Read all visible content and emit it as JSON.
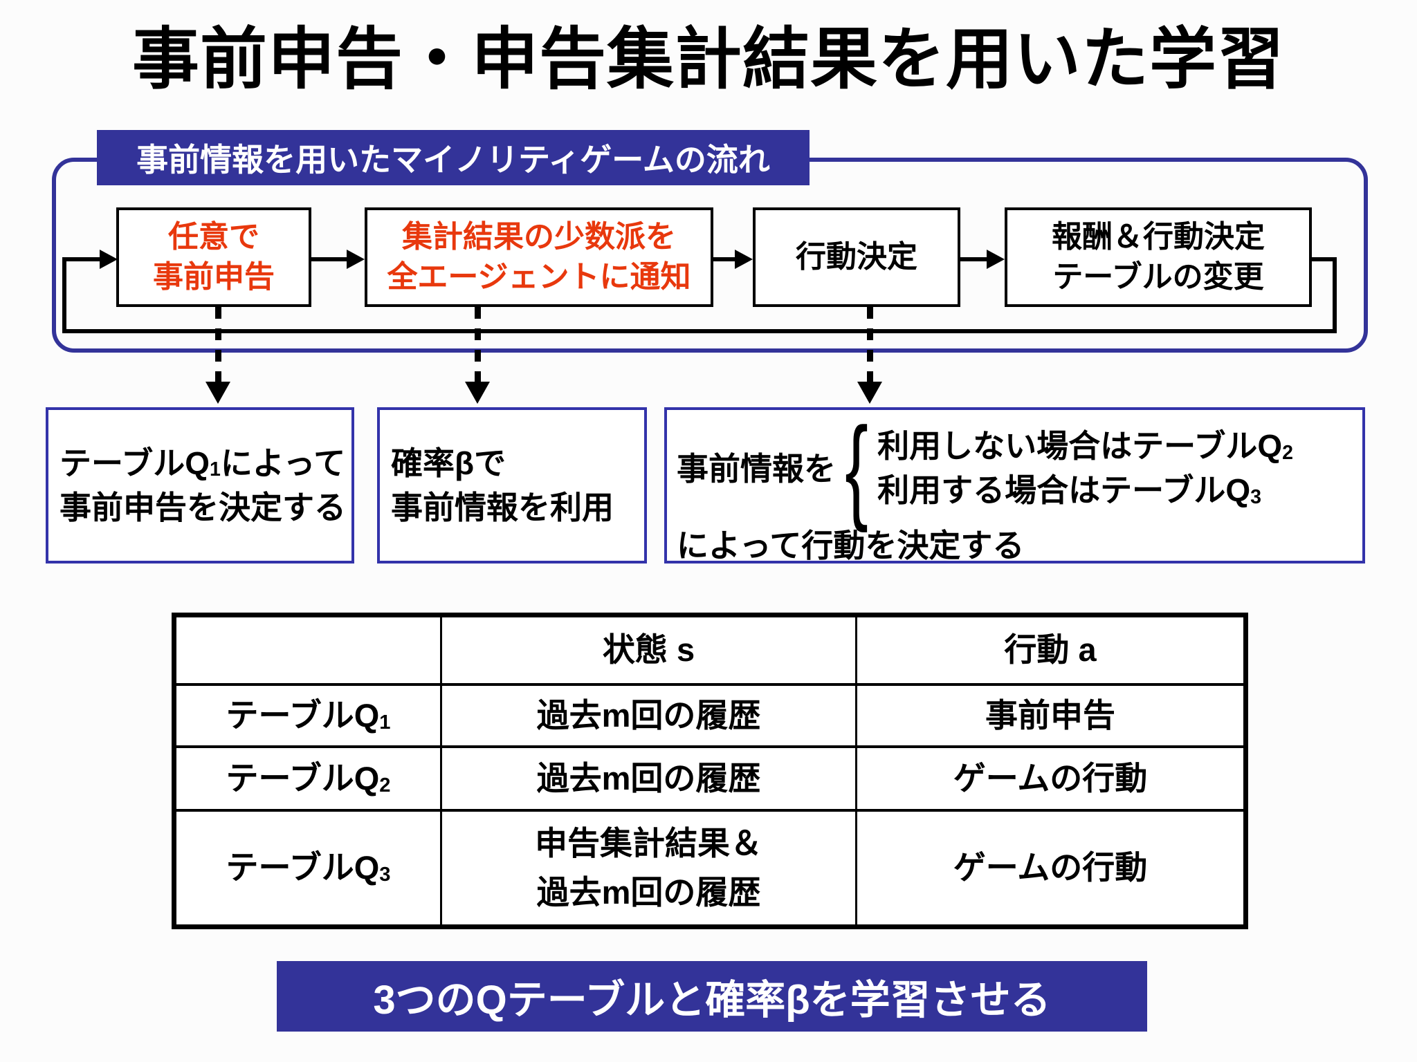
{
  "title": "事前申告・申告集計結果を用いた学習",
  "flow": {
    "banner": "事前情報を用いたマイノリティゲームの流れ",
    "box1": {
      "line1": "任意で",
      "line2": "事前申告"
    },
    "box2": {
      "line1": "集計結果の少数派を",
      "line2": "全エージェントに通知"
    },
    "box3": {
      "line1": "行動決定"
    },
    "box4": {
      "line1": "報酬＆行動決定",
      "line2": "テーブルの変更"
    }
  },
  "notes": {
    "a": {
      "l1_pre": "テーブルQ",
      "l1_sub": "1",
      "l1_post": "によって",
      "l2": "事前申告を決定する"
    },
    "b": {
      "l1": "確率βで",
      "l2": "事前情報を利用"
    },
    "c": {
      "lead": "事前情報を",
      "brace": "{",
      "opt1_pre": "利用しない場合はテーブルQ",
      "opt1_sub": "2",
      "opt2_pre": "利用する場合はテーブルQ",
      "opt2_sub": "3",
      "tail": "によって行動を決定する"
    }
  },
  "table": {
    "headers": {
      "col1": "",
      "col2": "状態 s",
      "col3": "行動 a"
    },
    "rows": [
      {
        "label_pre": "テーブルQ",
        "label_sub": "1",
        "state": "過去m回の履歴",
        "action": "事前申告"
      },
      {
        "label_pre": "テーブルQ",
        "label_sub": "2",
        "state": "過去m回の履歴",
        "action": "ゲームの行動"
      },
      {
        "label_pre": "テーブルQ",
        "label_sub": "3",
        "state_line1": "申告集計結果＆",
        "state_line2": "過去m回の履歴",
        "action": "ゲームの行動"
      }
    ]
  },
  "footer": "3つのQテーブルと確率βを学習させる",
  "colors": {
    "accent_blue": "#333399",
    "note_border_blue": "#3333aa",
    "highlight_red": "#e8380d"
  }
}
